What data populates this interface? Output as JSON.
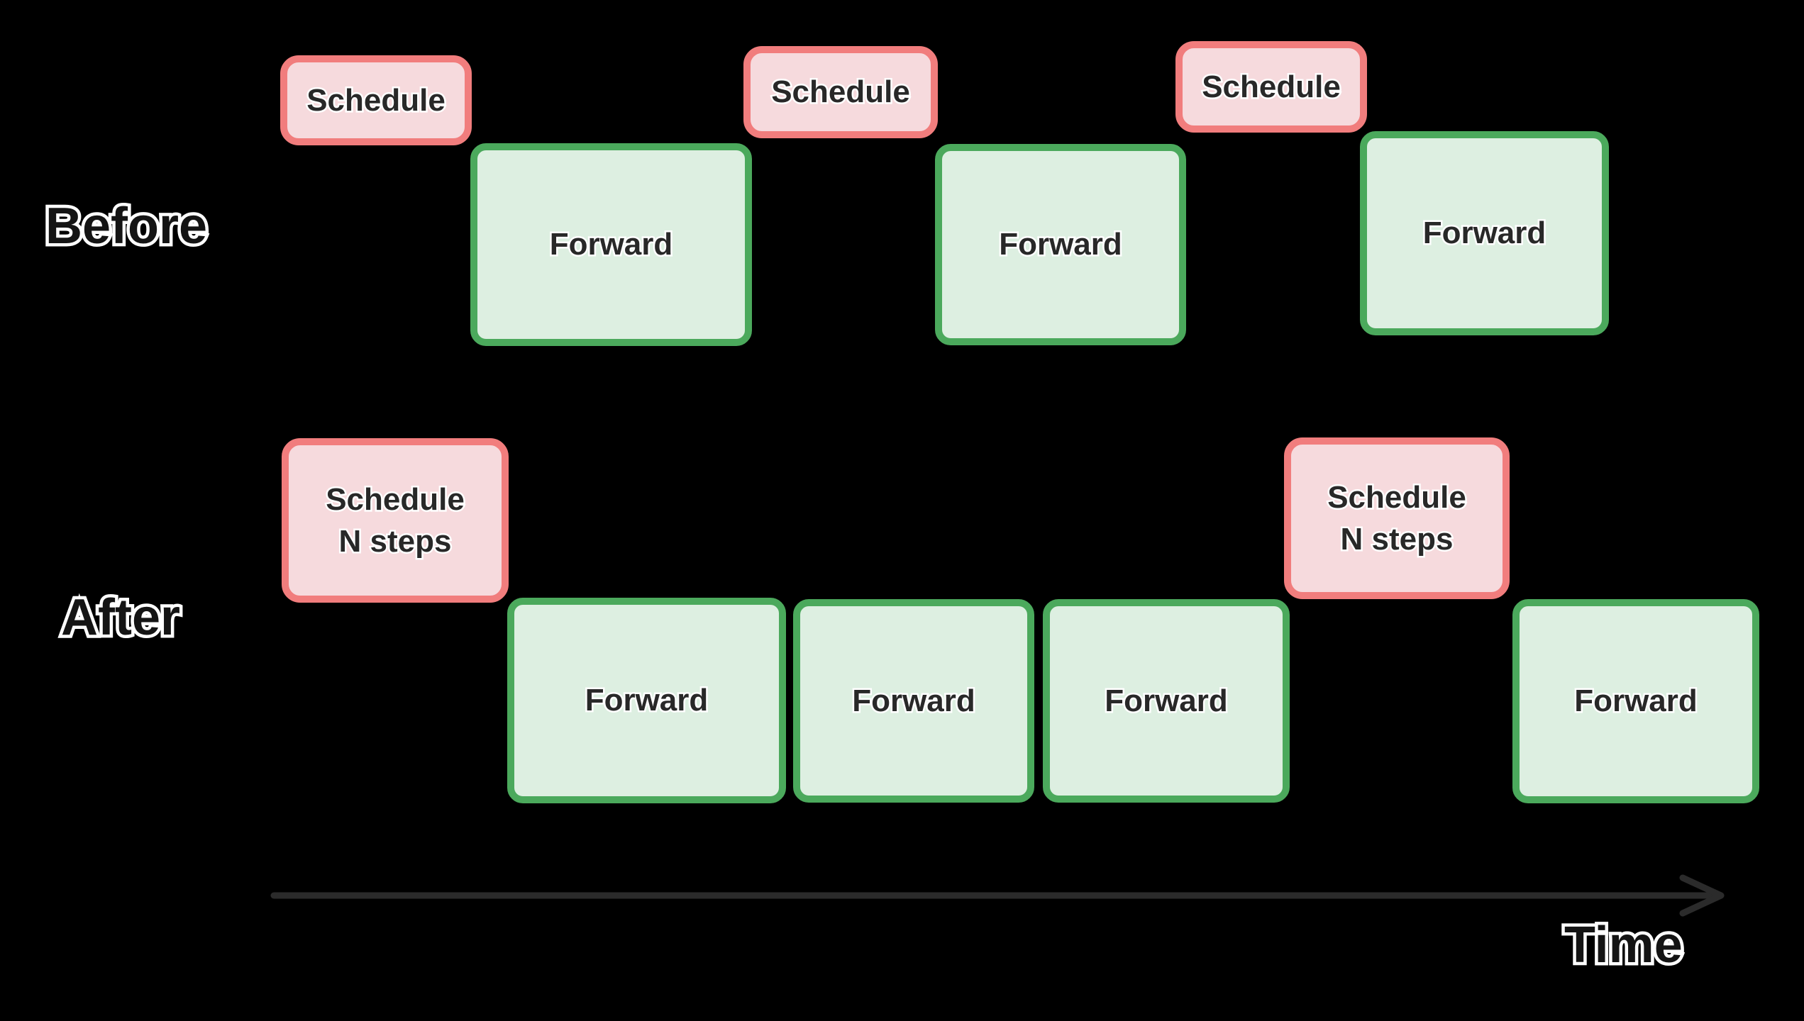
{
  "diagram": {
    "background": "#000000",
    "colors": {
      "schedule_fill": "#F6DADD",
      "schedule_border": "#F17D7D",
      "forward_fill": "#DDEFE1",
      "forward_border": "#4BA95C",
      "block_text": "#282828",
      "label_fill": "#141414",
      "label_outline": "#FFFFFF",
      "axis_stroke": "#2B2B2B"
    },
    "rows": {
      "before": {
        "label": "Before",
        "blocks": [
          {
            "kind": "schedule",
            "label": "Schedule"
          },
          {
            "kind": "forward",
            "label": "Forward"
          },
          {
            "kind": "schedule",
            "label": "Schedule"
          },
          {
            "kind": "forward",
            "label": "Forward"
          },
          {
            "kind": "schedule",
            "label": "Schedule"
          },
          {
            "kind": "forward",
            "label": "Forward"
          }
        ]
      },
      "after": {
        "label": "After",
        "blocks": [
          {
            "kind": "schedule",
            "label": "Schedule\nN steps"
          },
          {
            "kind": "forward",
            "label": "Forward"
          },
          {
            "kind": "forward",
            "label": "Forward"
          },
          {
            "kind": "forward",
            "label": "Forward"
          },
          {
            "kind": "schedule",
            "label": "Schedule\nN steps"
          },
          {
            "kind": "forward",
            "label": "Forward"
          }
        ]
      }
    },
    "axis": {
      "label": "Time"
    }
  }
}
